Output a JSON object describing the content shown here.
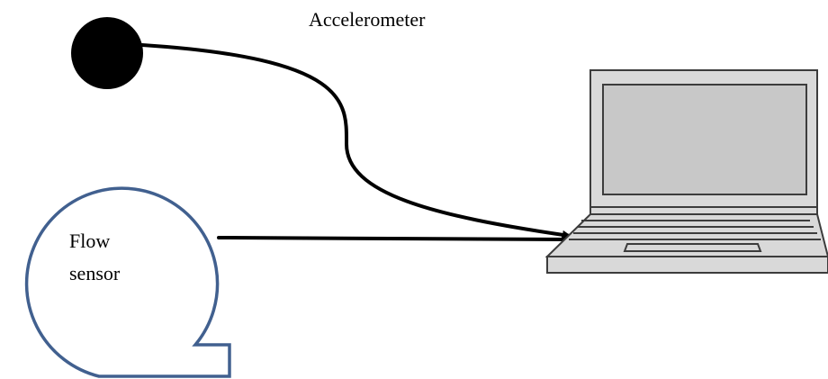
{
  "labels": {
    "accelerometer": "Accelerometer",
    "flow_sensor_line1": "Flow",
    "flow_sensor_line2": "sensor"
  },
  "colors": {
    "accelerometer_fill": "#000000",
    "flow_sensor_outline": "#41608F",
    "laptop_body": "#D9D9D9",
    "laptop_outline": "#3C3C3C",
    "screen_inner": "#C8C8C8",
    "cable": "#000000"
  },
  "icons": {
    "accelerometer": "accelerometer-icon",
    "flow_sensor": "flow-sensor-icon",
    "laptop": "laptop-icon"
  }
}
